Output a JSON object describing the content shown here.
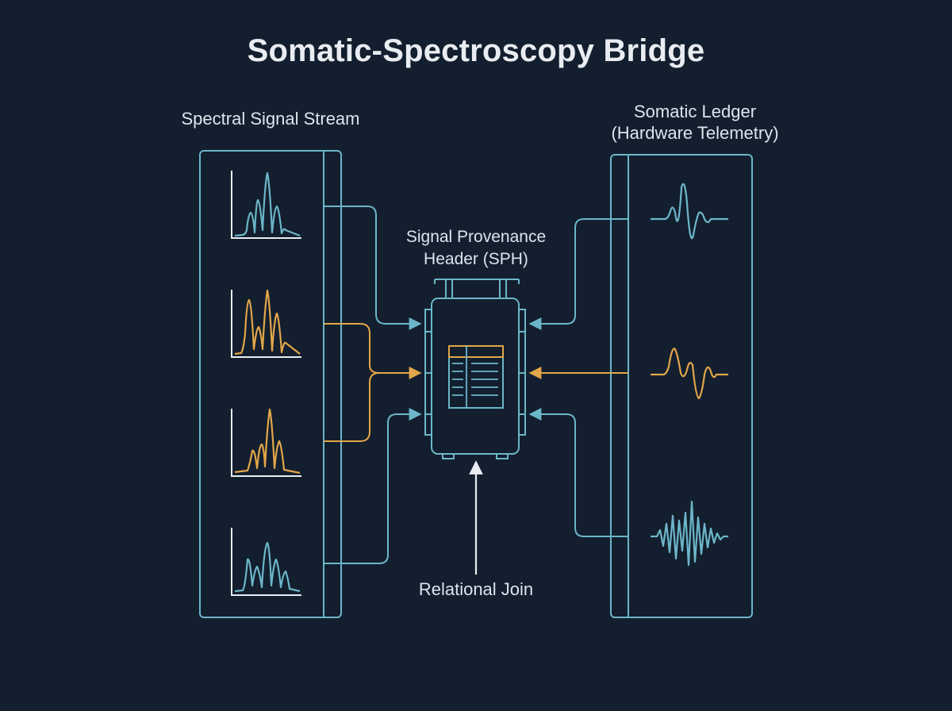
{
  "title": "Somatic-Spectroscopy Bridge",
  "left_panel": {
    "label": "Spectral Signal Stream",
    "icon": "spectrum-plot-icon",
    "signal_colors": [
      "#6cb6c9",
      "#e3a64a",
      "#e3a64a",
      "#6cb6c9"
    ]
  },
  "right_panel": {
    "label_line1": "Somatic Ledger",
    "label_line2": "(Hardware Telemetry)",
    "icon": "waveform-icon",
    "signal_colors": [
      "#6cb6c9",
      "#e3a64a",
      "#6cb6c9"
    ]
  },
  "center": {
    "label_line1": "Signal Provenance",
    "label_line2": "Header (SPH)",
    "icon": "header-table-icon"
  },
  "join": {
    "label": "Relational Join"
  },
  "colors": {
    "background": "#131f2e",
    "teal": "#6cb6c9",
    "amber": "#e3a64a",
    "white": "#e9edf2"
  }
}
